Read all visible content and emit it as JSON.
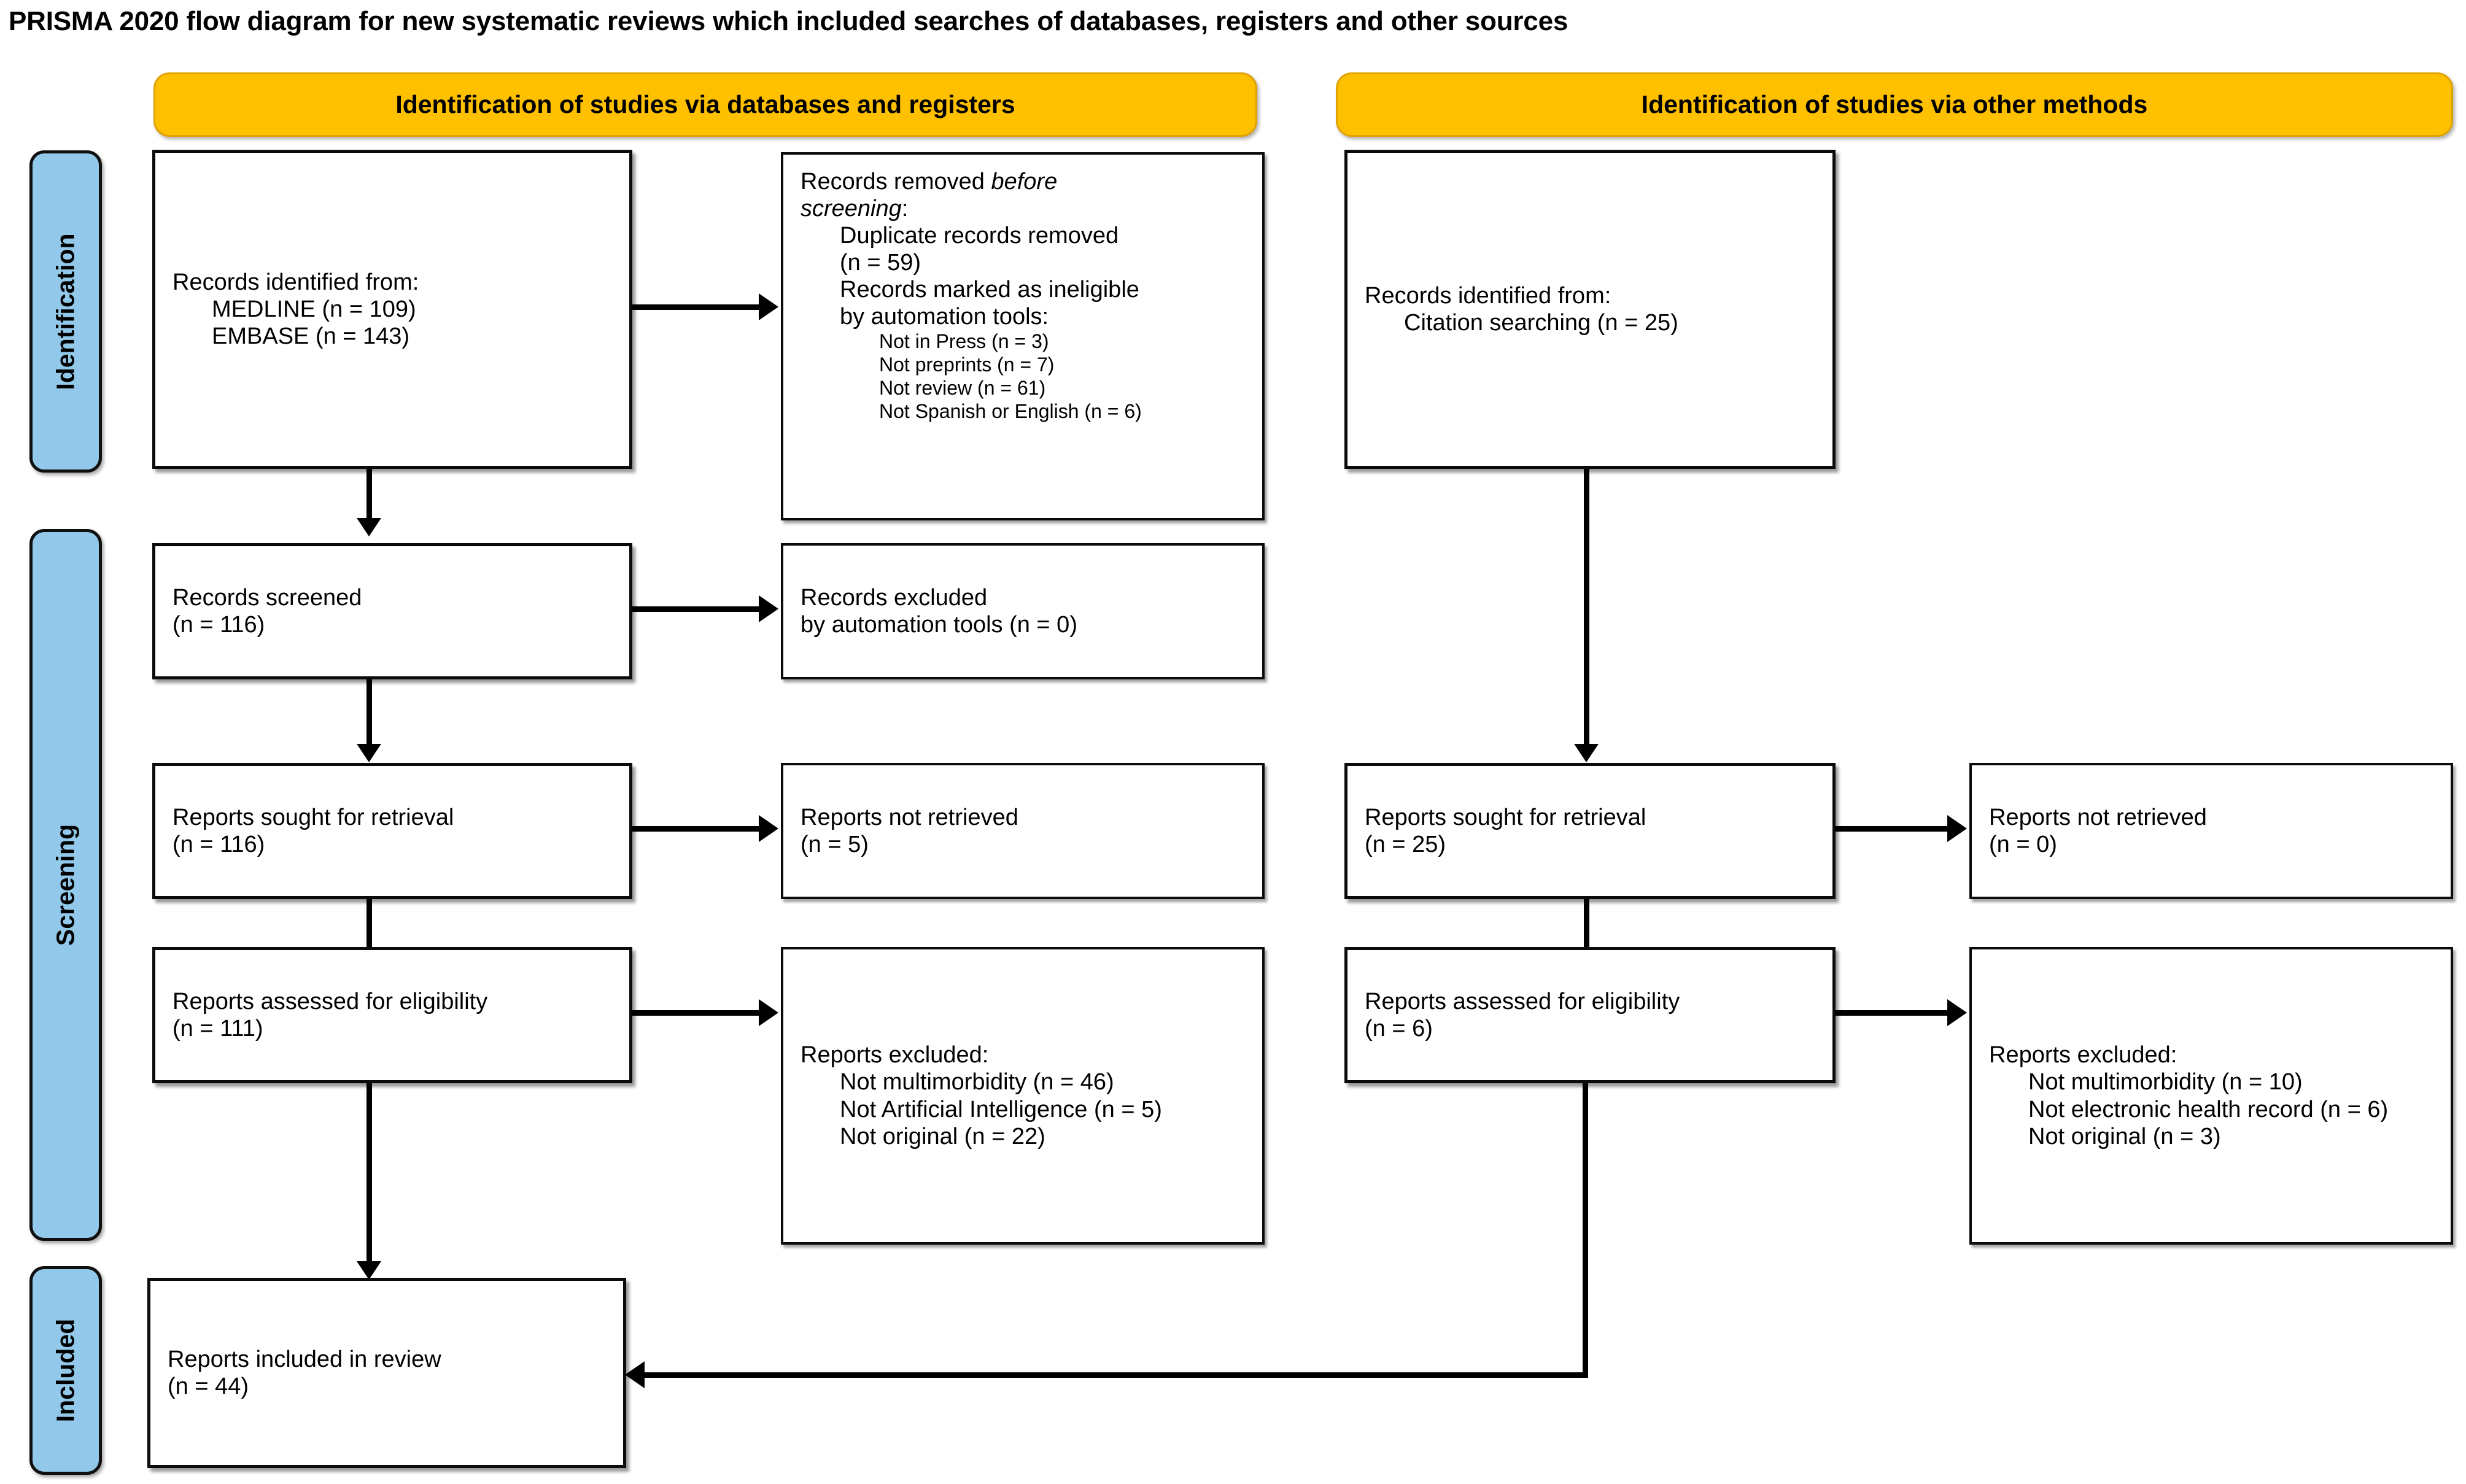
{
  "title": "PRISMA 2020 flow diagram for new systematic reviews which included searches of databases, registers and other sources",
  "colors": {
    "banner_fill": "#FFC000",
    "banner_border": "#E0A200",
    "stage_label_fill": "#92C9EA",
    "box_border": "#000000",
    "page_background": "#FFFFFF"
  },
  "stage_labels": {
    "identification": "Identification",
    "screening": "Screening",
    "included": "Included"
  },
  "banners": {
    "left": "Identification of studies via databases and registers",
    "right": "Identification of studies via other methods"
  },
  "left_column": {
    "identified": {
      "heading": "Records identified from:",
      "items": [
        "MEDLINE (n = 109)",
        "EMBASE (n = 143)"
      ]
    },
    "removed_before_screening": {
      "heading_plain": "Records removed ",
      "heading_italic": "before",
      "heading_italic2": "screening",
      "heading_colon": ":",
      "duplicate_line1": "Duplicate records removed",
      "duplicate_line2": "(n = 59)",
      "ineligible_line1": "Records marked as ineligible",
      "ineligible_line2": "by automation tools:",
      "reasons": [
        "Not in Press (n = 3)",
        "Not preprints (n = 7)",
        "Not review (n = 61)",
        "Not Spanish or English (n = 6)"
      ]
    },
    "screened": {
      "line1": "Records screened",
      "line2": "(n = 116)"
    },
    "excluded_automation": {
      "line1": "Records excluded",
      "line2": "by automation tools (n = 0)"
    },
    "sought": {
      "line1": "Reports sought for retrieval",
      "line2": "(n = 116)"
    },
    "not_retrieved": {
      "line1": "Reports not retrieved",
      "line2": "(n = 5)"
    },
    "assessed": {
      "line1": "Reports assessed for eligibility",
      "line2": "(n = 111)"
    },
    "reports_excluded": {
      "heading": "Reports excluded:",
      "reasons": [
        "Not multimorbidity (n = 46)",
        "Not Artificial Intelligence (n = 5)",
        "Not original (n = 22)"
      ]
    }
  },
  "right_column": {
    "identified": {
      "heading": "Records identified from:",
      "items": [
        "Citation searching (n = 25)"
      ]
    },
    "sought": {
      "line1": "Reports sought for retrieval",
      "line2": "(n = 25)"
    },
    "not_retrieved": {
      "line1": "Reports not retrieved",
      "line2": "(n = 0)"
    },
    "assessed": {
      "line1": "Reports assessed for eligibility",
      "line2": "(n = 6)"
    },
    "reports_excluded": {
      "heading": "Reports excluded:",
      "reasons": [
        "Not multimorbidity (n = 10)",
        "Not electronic health record (n = 6)",
        "Not original (n = 3)"
      ]
    }
  },
  "included_box": {
    "line1": "Reports included in review",
    "line2": "(n = 44)"
  }
}
